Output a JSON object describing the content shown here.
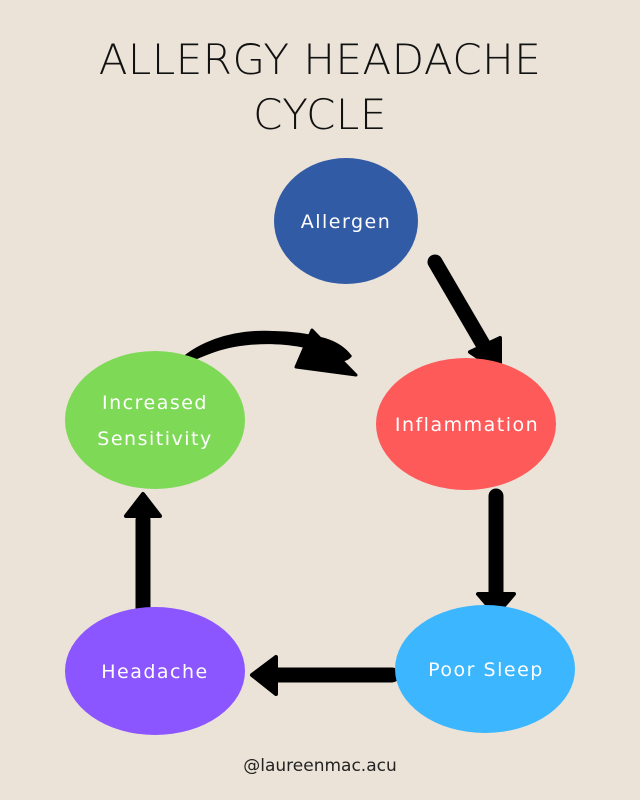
{
  "title": {
    "line1": "ALLERGY HEADACHE",
    "line2": "CYCLE"
  },
  "nodes": {
    "allergen": {
      "label": "Allergen",
      "color": "#325ba6"
    },
    "inflammation": {
      "label": "Inflammation",
      "color": "#ff5a5a"
    },
    "poor_sleep": {
      "label": "Poor Sleep",
      "color": "#3cb6ff"
    },
    "headache": {
      "label": "Headache",
      "color": "#8b55ff"
    },
    "increased_sensitivity": {
      "label_line1": "Increased",
      "label_line2": "Sensitivity",
      "color": "#7ed957"
    }
  },
  "edges": [
    {
      "from": "Allergen",
      "to": "Inflammation"
    },
    {
      "from": "Inflammation",
      "to": "Poor Sleep"
    },
    {
      "from": "Poor Sleep",
      "to": "Headache"
    },
    {
      "from": "Headache",
      "to": "Increased Sensitivity"
    },
    {
      "from": "Increased Sensitivity",
      "to": "Inflammation"
    }
  ],
  "footer": {
    "handle": "@laureenmac.acu"
  },
  "colors": {
    "background": "#ebe3d8",
    "arrow": "#000000"
  }
}
